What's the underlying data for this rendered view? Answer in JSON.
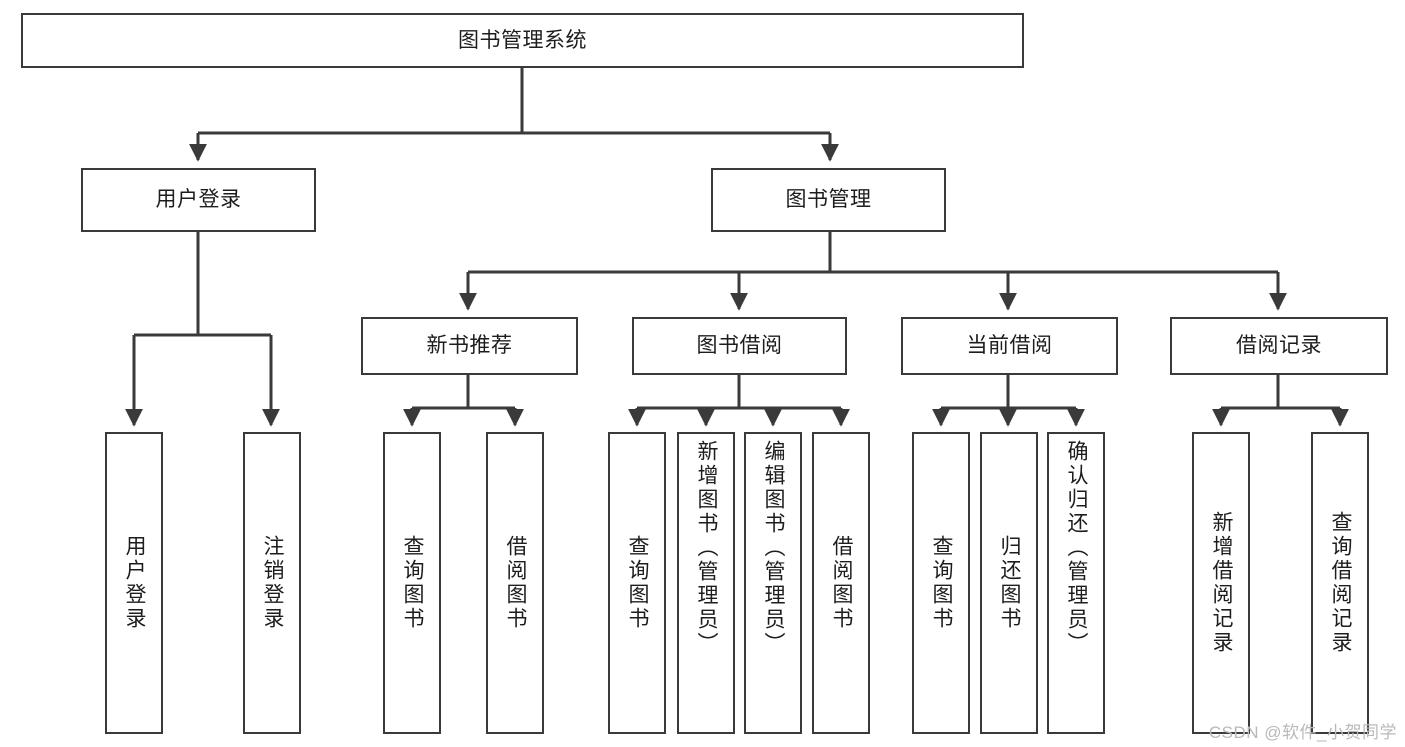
{
  "diagram": {
    "type": "tree-hierarchy-chart",
    "title": "图书管理系统",
    "watermark": "CSDN @软件_小贺同学",
    "colors": {
      "box_border": "#3a3a3a",
      "connector": "#3a3a3a",
      "text": "#1d1d1d",
      "background": "#ffffff",
      "watermark": "#b9b9b9"
    },
    "root": {
      "label": "图书管理系统"
    },
    "level2": [
      {
        "label": "用户登录"
      },
      {
        "label": "图书管理"
      }
    ],
    "level3": [
      {
        "label": "新书推荐"
      },
      {
        "label": "图书借阅"
      },
      {
        "label": "当前借阅"
      },
      {
        "label": "借阅记录"
      }
    ],
    "leaves": {
      "user_login": [
        {
          "label": "用户登录"
        },
        {
          "label": "注销登录"
        }
      ],
      "new_book_recommend": [
        {
          "label": "查询图书"
        },
        {
          "label": "借阅图书"
        }
      ],
      "book_borrow": [
        {
          "label": "查询图书"
        },
        {
          "label": "新增图书（管理员）"
        },
        {
          "label": "编辑图书（管理员）"
        },
        {
          "label": "借阅图书"
        }
      ],
      "current_borrow": [
        {
          "label": "查询图书"
        },
        {
          "label": "归还图书"
        },
        {
          "label": "确认归还（管理员）"
        }
      ],
      "borrow_record": [
        {
          "label": "新增借阅记录"
        },
        {
          "label": "查询借阅记录"
        }
      ]
    }
  }
}
